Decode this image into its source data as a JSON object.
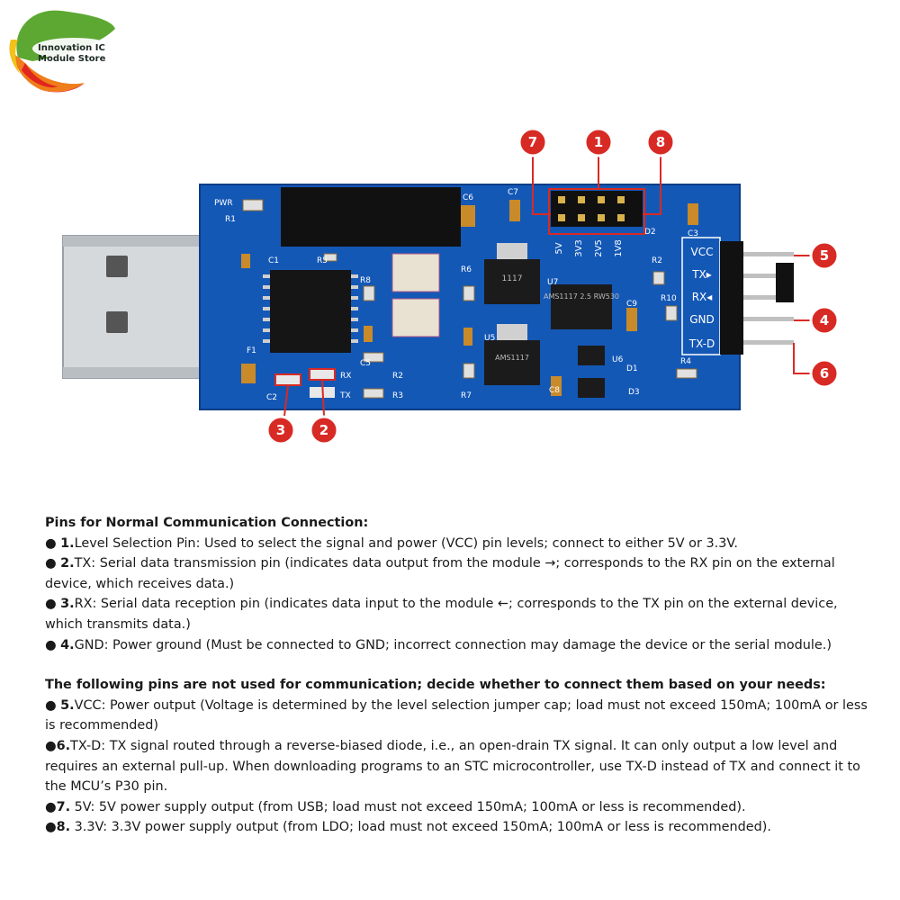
{
  "logo": {
    "line1": "Innovation IC",
    "line2": "Module Store",
    "colors": {
      "green": "#5da833",
      "yellow": "#f2c21b",
      "orange": "#ef7d1a",
      "red": "#e0261f"
    }
  },
  "board": {
    "color": "#1458b6",
    "silkscreen": {
      "pwr": "PWR",
      "r1": "R1",
      "c1": "C1",
      "r5": "R5",
      "r6": "R6",
      "r8": "R8",
      "u7": "U7",
      "r2": "R2",
      "r3": "R3",
      "r4": "R4",
      "r7": "R7",
      "r10": "R10",
      "c2": "C2",
      "c3": "C3",
      "c5": "C5",
      "c6": "C6",
      "c7": "C7",
      "c8": "C8",
      "c9": "C9",
      "f1": "F1",
      "u5": "U5",
      "u6": "U6",
      "d1": "D1",
      "d2": "D2",
      "d3": "D3",
      "rx": "RX",
      "tx": "TX"
    },
    "header_labels": [
      "5V",
      "3V3",
      "2V5",
      "1V8"
    ],
    "side_pins": [
      "VCC",
      "TX▸",
      "RX◂",
      "GND",
      "TX-D"
    ],
    "chips": {
      "ldo1": "1117",
      "ldo2": "AMS1117 2.5 RW530",
      "ldo3": "AMS1117"
    }
  },
  "callouts": [
    "1",
    "2",
    "3",
    "4",
    "5",
    "6",
    "7",
    "8"
  ],
  "callout_color": "#d82a24",
  "section1": {
    "heading": "Pins for Normal Communication Connection:",
    "items": [
      {
        "num": "1.",
        "name": "Level Selection Pin",
        "desc": ": Used to select the signal and power (VCC) pin levels; connect to either 5V or 3.3V."
      },
      {
        "num": "2.",
        "name": "TX",
        "desc": ": Serial data transmission pin (indicates data output from the module →; corresponds to the RX pin on the external device, which receives data.)"
      },
      {
        "num": "3.",
        "name": "RX",
        "desc": ": Serial data reception pin (indicates data input to the module ←; corresponds to the TX pin on the external device, which transmits data.)"
      },
      {
        "num": "4.",
        "name": "GND",
        "desc": ": Power ground (Must be connected to GND; incorrect connection may damage the device or the serial module.)"
      }
    ]
  },
  "section2": {
    "heading": "The following pins are not used for communication; decide whether to connect them based on your needs:",
    "items": [
      {
        "bullet": "● ",
        "num": "5.",
        "name": "VCC",
        "desc": ": Power output (Voltage is determined by the level selection jumper cap; load must not exceed 150mA; 100mA or less is recommended)"
      },
      {
        "bullet": "●",
        "num": "6.",
        "name": "TX-D",
        "desc": ": TX signal routed through a reverse-biased diode, i.e., an open-drain TX signal. It can only output a low level and requires an external pull-up. When downloading programs to an STC microcontroller, use TX-D instead of TX and connect it to the MCU’s P30 pin."
      },
      {
        "bullet": "●",
        "num": "7.",
        "name": " 5V",
        "desc": ": 5V power supply output (from USB; load must not exceed 150mA; 100mA or less is recommended)."
      },
      {
        "bullet": "●",
        "num": "8.",
        "name": " 3.3V",
        "desc": ": 3.3V power supply output (from LDO; load must not exceed 150mA; 100mA or less is recommended)."
      }
    ]
  }
}
